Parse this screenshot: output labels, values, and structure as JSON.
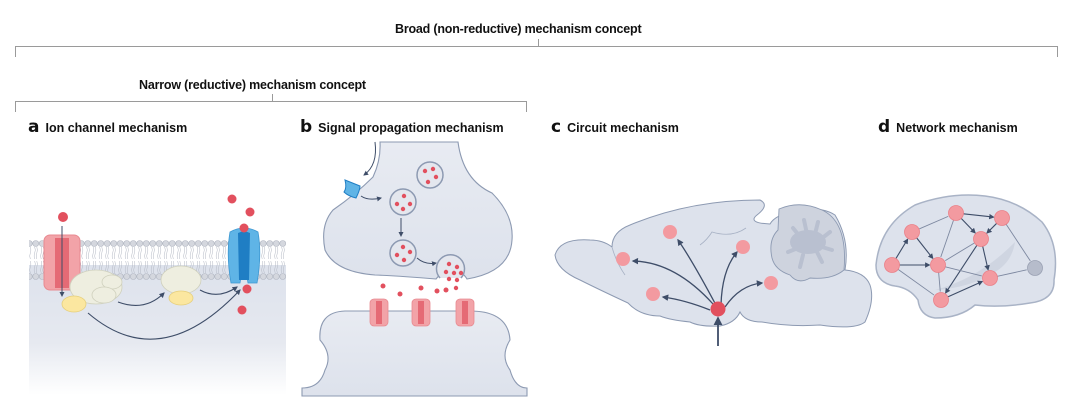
{
  "hierarchy": {
    "broad": {
      "label": "Broad (non-reductive) mechanism concept",
      "spans_panels": [
        "a",
        "b",
        "c",
        "d"
      ]
    },
    "narrow": {
      "label": "Narrow (reductive) mechanism concept",
      "spans_panels": [
        "a",
        "b"
      ]
    }
  },
  "panels": [
    {
      "letter": "a",
      "title": "Ion channel mechanism"
    },
    {
      "letter": "b",
      "title": "Signal propagation mechanism"
    },
    {
      "letter": "c",
      "title": "Circuit mechanism"
    },
    {
      "letter": "d",
      "title": "Network mechanism"
    }
  ],
  "colors": {
    "ion": "#e2505e",
    "ion_light": "#f39aa0",
    "channel_red": "#f2a3a8",
    "channel_red_dark": "#e56a75",
    "channel_blue": "#5fb4e6",
    "channel_blue_dark": "#1f7ec4",
    "protein_cream": "#eeeee0",
    "protein_yellow": "#fbe7a0",
    "tissue": "#dde2ec",
    "tissue_stroke": "#8d9ab2",
    "arrow": "#3e4d68",
    "grey_node": "#b6bccb"
  },
  "panel_c": {
    "source_node": "circuit-source",
    "target_nodes": 5
  },
  "panel_d": {
    "nodes": [
      {
        "id": "n1",
        "active": true
      },
      {
        "id": "n2",
        "active": true
      },
      {
        "id": "n3",
        "active": true
      },
      {
        "id": "n4",
        "active": true
      },
      {
        "id": "n5",
        "active": true
      },
      {
        "id": "n6",
        "active": true
      },
      {
        "id": "n7",
        "active": true
      },
      {
        "id": "n8",
        "active": true
      },
      {
        "id": "n9",
        "active": false
      }
    ]
  }
}
